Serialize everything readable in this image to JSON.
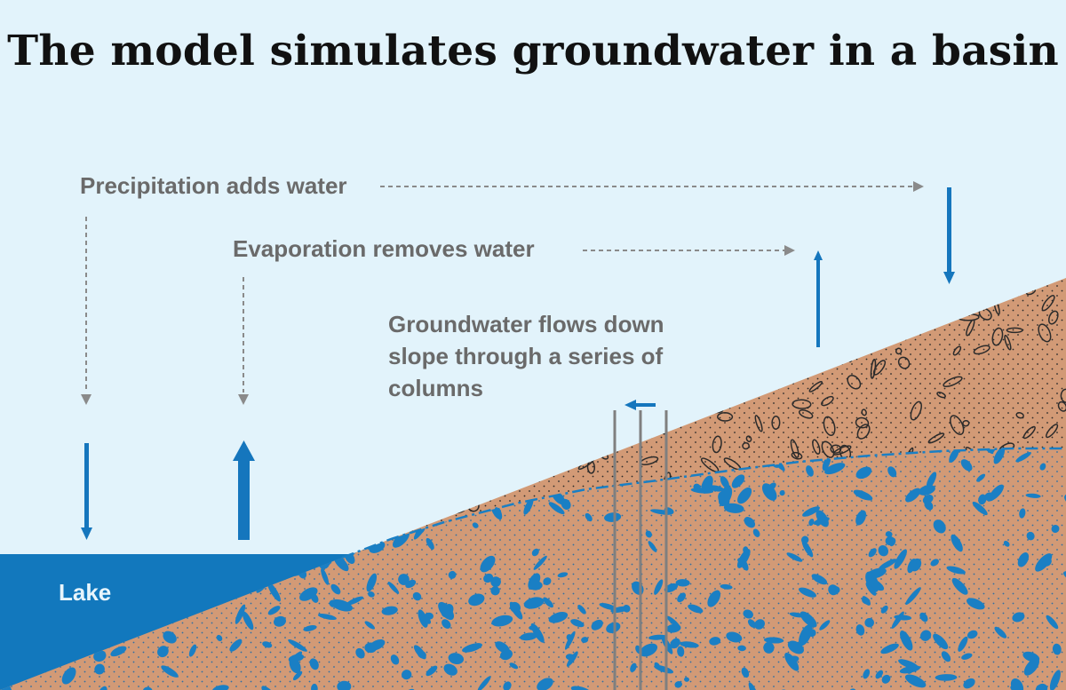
{
  "title": "The model simulates groundwater in a basin",
  "labels": {
    "precipitation": "Precipitation adds water",
    "evaporation": "Evaporation removes water",
    "groundwater": "Groundwater flows down slope through a series of columns",
    "lake": "Lake"
  },
  "colors": {
    "background": "#e2f3fb",
    "lake": "#1278bd",
    "soil": "#d29a76",
    "water_blue": "#1a7fc4",
    "arrow_blue": "#1576bd",
    "dashed_gray": "#8a8a8a",
    "column_gray": "#7f7f7f",
    "pebble_outline": "#2b2b2b"
  },
  "icons": {
    "precipitation_arrow": "arrow-down-icon",
    "evaporation_arrow": "arrow-up-icon",
    "flow_arrow": "arrow-left-icon"
  }
}
